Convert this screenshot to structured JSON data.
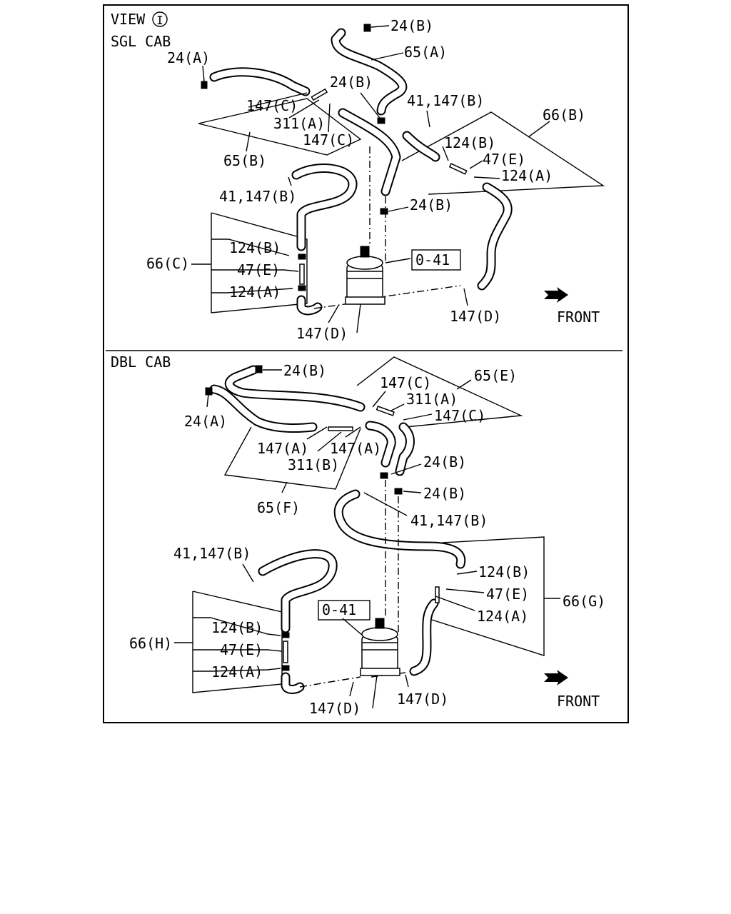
{
  "view": {
    "title": "VIEW",
    "marker": "I"
  },
  "sgl": {
    "section_title": "SGL CAB",
    "callouts": {
      "c24a": "24(A)",
      "c24b_top": "24(B)",
      "c65a": "65(A)",
      "c24b_mid": "24(B)",
      "c147c_1": "147(C)",
      "c311a": "311(A)",
      "c147c_2": "147(C)",
      "c65b": "65(B)",
      "c41_147b_top": "41,147(B)",
      "c66b": "66(B)",
      "c124b_r": "124(B)",
      "c47e_r": "47(E)",
      "c124a_r": "124(A)",
      "c41_147b_left": "41,147(B)",
      "c24b_lower": "24(B)",
      "c66c": "66(C)",
      "c124b_l": "124(B)",
      "c47e_l": "47(E)",
      "c124a_l": "124(A)",
      "c041": "0-41",
      "c147d_l": "147(D)",
      "c147d_r": "147(D)",
      "front": "FRONT"
    }
  },
  "dbl": {
    "section_title": "DBL CAB",
    "callouts": {
      "c24b_top": "24(B)",
      "c24a": "24(A)",
      "c147c_1": "147(C)",
      "c65e": "65(E)",
      "c311a": "311(A)",
      "c147c_2": "147(C)",
      "c147a_1": "147(A)",
      "c147a_2": "147(A)",
      "c311b": "311(B)",
      "c24b_1": "24(B)",
      "c24b_2": "24(B)",
      "c65f": "65(F)",
      "c41_147b_mid": "41,147(B)",
      "c41_147b_left": "41,147(B)",
      "c124b_r": "124(B)",
      "c47e_r": "47(E)",
      "c66g": "66(G)",
      "c124a_r": "124(A)",
      "c041": "0-41",
      "c66h": "66(H)",
      "c124b_l": "124(B)",
      "c47e_l": "47(E)",
      "c124a_l": "124(A)",
      "c147d_l": "147(D)",
      "c147d_r": "147(D)",
      "front": "FRONT"
    }
  },
  "colors": {
    "ink": "#000000",
    "paper": "#ffffff"
  }
}
